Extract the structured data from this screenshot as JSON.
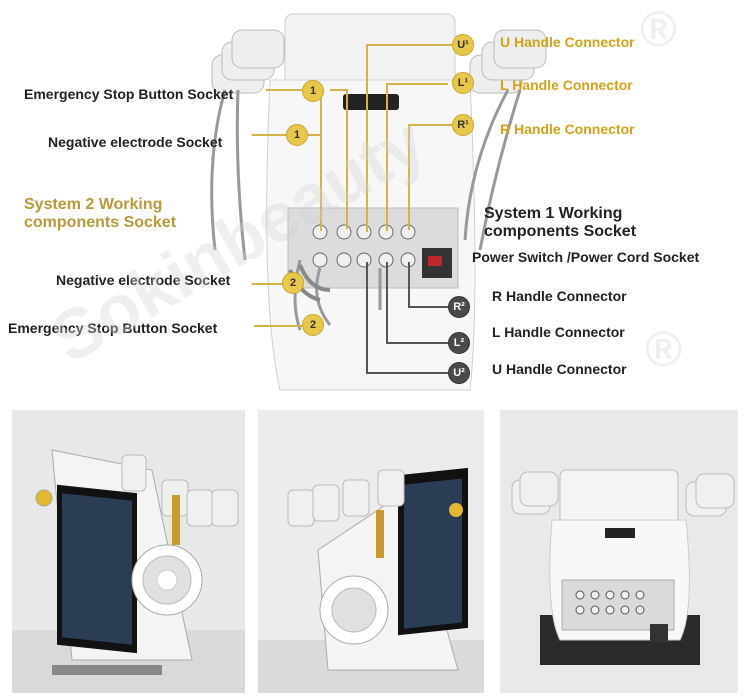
{
  "labels": {
    "u_handle_top": "U Handle Connector",
    "l_handle_top": "L Handle Connector",
    "r_handle_top": "R Handle Connector",
    "emergency_stop_top": "Emergency Stop Button Socket",
    "negative_electrode_top": "Negative electrode Socket",
    "system2_line1": "System 2 Working",
    "system2_line2": "components Socket",
    "system1_line1": "System 1 Working",
    "system1_line2": "components Socket",
    "power_switch": "Power Switch /Power Cord Socket",
    "negative_electrode_bottom": "Negative electrode Socket",
    "emergency_stop_bottom": "Emergency Stop Button Socket",
    "r_handle_bottom": "R Handle Connector",
    "l_handle_bottom": "L Handle Connector",
    "u_handle_bottom": "U Handle Connector"
  },
  "badges": {
    "one_a": "1",
    "one_b": "1",
    "two_a": "2",
    "two_b": "2",
    "u1": "U¹",
    "l1": "L¹",
    "r1": "R¹",
    "r2": "R²",
    "l2": "L²",
    "u2": "U²"
  },
  "watermark": {
    "text": "Sokinbeauty",
    "registered": "®"
  },
  "colors": {
    "gold": "#d4a21a",
    "badge_gold": "#e8c84a",
    "badge_dark": "#4a4a4a"
  }
}
